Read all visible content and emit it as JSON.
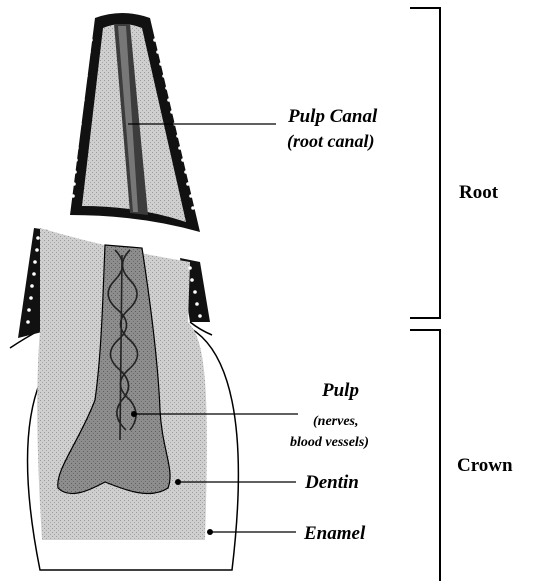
{
  "labels": {
    "pulp_canal_line1": "Pulp Canal",
    "pulp_canal_line2": "(root canal)",
    "pulp": "Pulp",
    "pulp_detail_line1": "(nerves,",
    "pulp_detail_line2": "blood vessels)",
    "dentin": "Dentin",
    "enamel": "Enamel",
    "root": "Root",
    "crown": "Crown"
  },
  "colors": {
    "ink": "#000000",
    "dentin_fill": "#c9c9c9",
    "pulp_fill": "#8a8a8a",
    "canal_fill": "#5a5a5a",
    "background": "#ffffff"
  }
}
